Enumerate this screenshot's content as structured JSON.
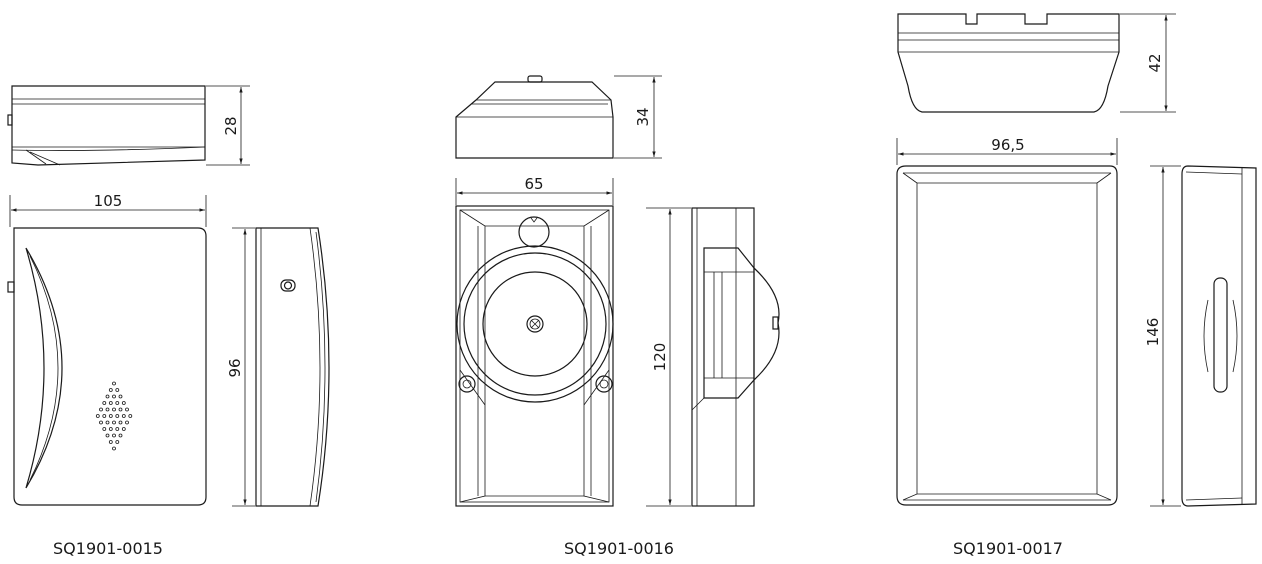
{
  "products": [
    {
      "caption": "SQ1901-0015",
      "dimensions": {
        "depth": "28",
        "width": "105",
        "height": "96"
      }
    },
    {
      "caption": "SQ1901-0016",
      "dimensions": {
        "depth": "34",
        "width": "65",
        "height": "120"
      }
    },
    {
      "caption": "SQ1901-0017",
      "dimensions": {
        "depth": "42",
        "width": "96,5",
        "height": "146"
      }
    }
  ]
}
